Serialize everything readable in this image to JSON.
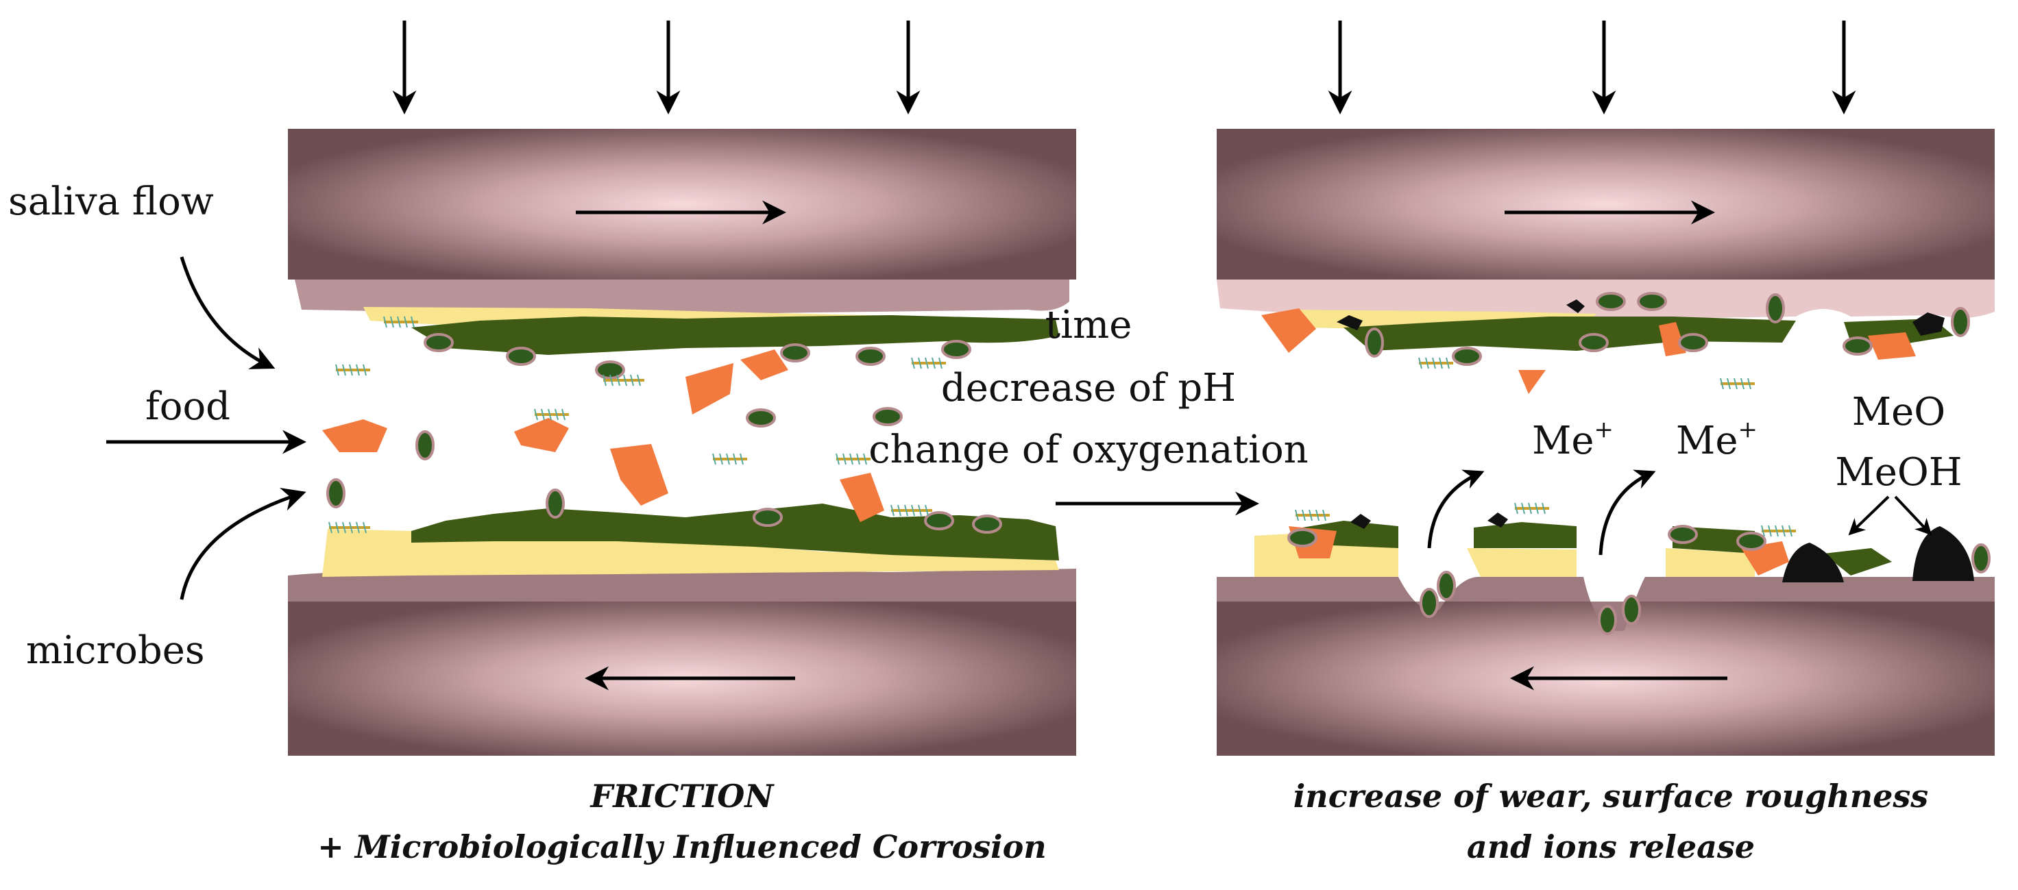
{
  "labels": {
    "saliva_flow": "saliva flow",
    "food": "food",
    "microbes": "microbes",
    "time": "time",
    "decrease_ph": "decrease of pH",
    "oxygenation": "change of oxygenation",
    "me_ion_1": "Me",
    "me_ion_2": "Me",
    "ion_charge": "+",
    "meo": "MeO",
    "meoh": "MeOH"
  },
  "captions": {
    "left_line1": "FRICTION",
    "left_line2": "+ Microbiologically Influenced Corrosion",
    "right_line1": "increase of wear, surface roughness",
    "right_line2": "and ions release"
  },
  "colors": {
    "block_edge": "#6e4f51",
    "block_center": "#f6d6d8",
    "surface": "#9e7b7e",
    "biofilm": "#3f5a14",
    "yellow_layer": "#f8e58e",
    "food_particle": "#f27a3e",
    "microbe_fill": "#2f5a1e",
    "microbe_outline": "#b58a8c",
    "oxide": "#111111"
  }
}
